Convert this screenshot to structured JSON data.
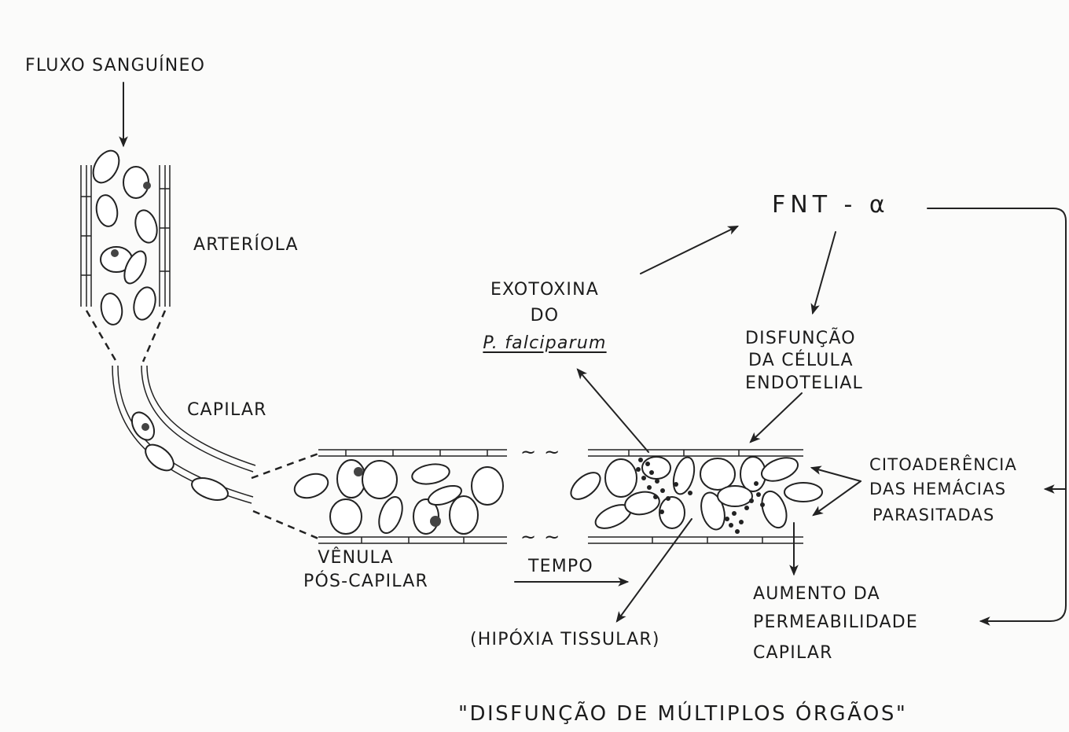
{
  "labels": {
    "fluxo": "FLUXO SANGUÍNEO",
    "arteriola": "ARTERÍOLA",
    "capilar": "CAPILAR",
    "venula_1": "VÊNULA",
    "venula_2": "PÓS-CAPILAR",
    "tempo": "TEMPO",
    "exotoxina_1": "EXOTOXINA",
    "exotoxina_2": "DO",
    "exotoxina_3": "P. falciparum",
    "fnt": "FNT - α",
    "disfuncao_1": "DISFUNÇÃO",
    "disfuncao_2": "DA CÉLULA",
    "disfuncao_3": "ENDOTELIAL",
    "citoaderencia_1": "CITOADERÊNCIA",
    "citoaderencia_2": "DAS HEMÁCIAS",
    "citoaderencia_3": "PARASITADAS",
    "hipoxia": "(HIPÓXIA TISSULAR)",
    "aumento_1": "AUMENTO DA",
    "aumento_2": "PERMEABILIDADE",
    "aumento_3": "CAPILAR",
    "gap_marks": "~ ~",
    "footer": "\"DISFUNÇÃO DE MÚLTIPLOS ÓRGÃOS\""
  },
  "style": {
    "ink": "#222222",
    "paper": "#fbfbfa"
  }
}
